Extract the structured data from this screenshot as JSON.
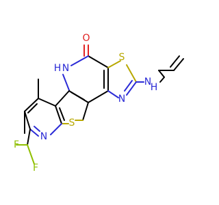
{
  "atoms": {
    "oxygen": {
      "label": "O",
      "color": "#e02020"
    },
    "amide_nh": {
      "label": "H",
      "color": "#2b2bd6"
    },
    "amide_n": {
      "label": "N",
      "color": "#2b2bd6"
    },
    "thiazole_s": {
      "label": "S",
      "color": "#b8a800"
    },
    "thiazole_n": {
      "label": "N",
      "color": "#2b2bd6"
    },
    "amine_n": {
      "label": "N",
      "color": "#2b2bd6"
    },
    "amine_h": {
      "label": "H",
      "color": "#2b2bd6"
    },
    "thiophene_s": {
      "label": "S",
      "color": "#b8a800"
    },
    "pyridine_n": {
      "label": "N",
      "color": "#2b2bd6"
    },
    "fluorine_top": {
      "label": "F",
      "color": "#8fbf00"
    },
    "fluorine_left": {
      "label": "F",
      "color": "#8fbf00"
    }
  }
}
